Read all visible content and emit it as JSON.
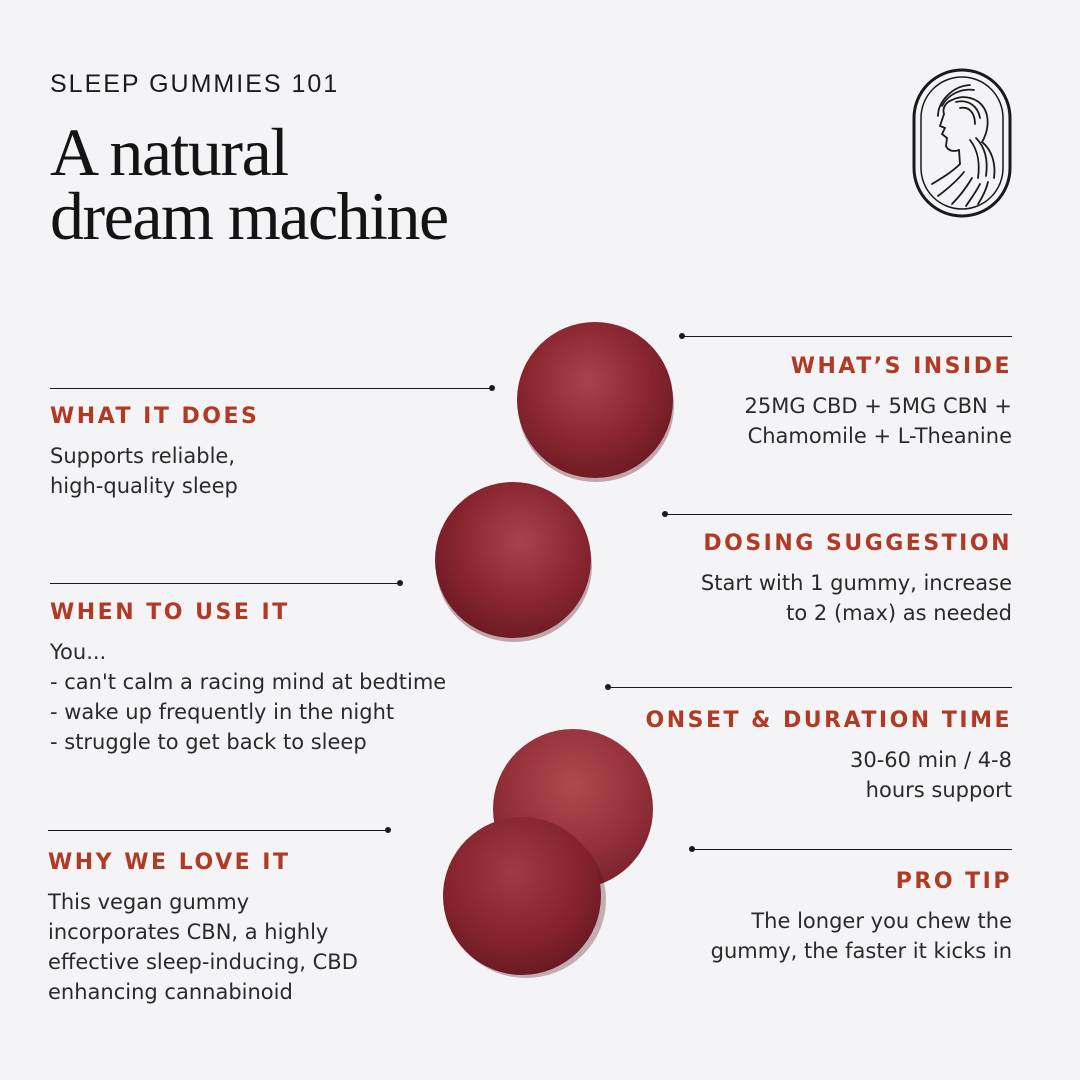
{
  "header": {
    "eyebrow": "SLEEP GUMMIES 101",
    "headline_line1": "A natural",
    "headline_line2": "dream machine"
  },
  "sections": {
    "what_it_does": {
      "heading": "WHAT IT DOES",
      "lines": [
        "Supports reliable,",
        "high-quality sleep"
      ]
    },
    "when_to_use": {
      "heading": "WHEN TO USE IT",
      "lines": [
        "You...",
        "- can't calm a racing mind at bedtime",
        "- wake up frequently in the night",
        "- struggle to get back to sleep"
      ]
    },
    "why_we_love": {
      "heading": "WHY WE LOVE IT",
      "lines": [
        "This vegan gummy",
        "incorporates CBN, a highly",
        "effective sleep-inducing, CBD",
        "enhancing cannabinoid"
      ]
    },
    "whats_inside": {
      "heading": "WHAT’S INSIDE",
      "lines": [
        "25MG CBD + 5MG CBN +",
        "Chamomile + L-Theanine"
      ]
    },
    "dosing": {
      "heading": "DOSING SUGGESTION",
      "lines": [
        "Start with 1 gummy, increase",
        "to 2 (max) as needed"
      ]
    },
    "onset": {
      "heading": "ONSET & DURATION TIME",
      "lines": [
        "30-60 min / 4-8",
        "hours support"
      ]
    },
    "pro_tip": {
      "heading": "PRO TIP",
      "lines": [
        "The longer you chew the",
        "gummy, the faster it kicks in"
      ]
    }
  },
  "colors": {
    "background": "#f4f3f5",
    "accent": "#b13a24",
    "gummy": "#8a2630",
    "text": "#1c1c1c"
  },
  "icons": {
    "logo": "woman-profile-icon"
  }
}
